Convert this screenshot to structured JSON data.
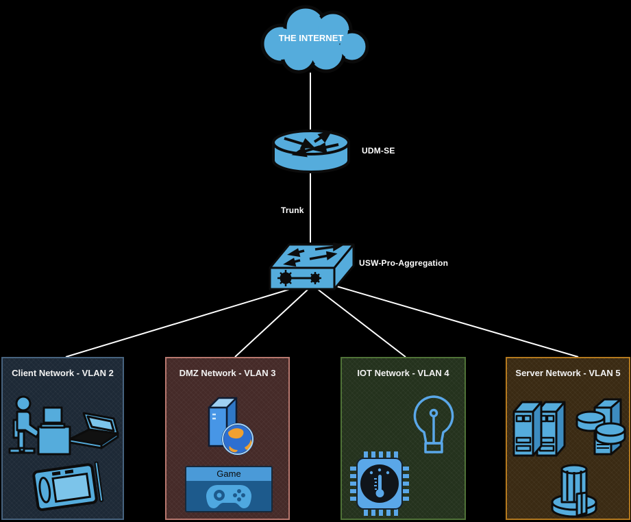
{
  "internet_label": "THE INTERNET",
  "router_label": "UDM-SE",
  "trunk_label": "Trunk",
  "switch_label": "USW-Pro-Aggregation",
  "networks": [
    {
      "title": "Client Network - VLAN 2",
      "icons": [
        "workstation-icon",
        "laptop-icon",
        "tablet-icon"
      ]
    },
    {
      "title": "DMZ Network - VLAN 3",
      "game_label": "Game",
      "icons": [
        "server-globe-icon",
        "gamepad-icon"
      ]
    },
    {
      "title": "IOT Network - VLAN 4",
      "icons": [
        "lightbulb-icon",
        "chip-thermometer-icon"
      ]
    },
    {
      "title": "Server Network - VLAN 5",
      "icons": [
        "server-racks-icon",
        "database-server-icon",
        "mainframe-icon"
      ]
    }
  ],
  "colors": {
    "background": "#000000",
    "accent_blue": "#55ACDC",
    "line": "#ffffff",
    "client_bg": "#1d2936",
    "client_border": "#47637f",
    "dmz_bg": "#452a28",
    "dmz_border": "#b8786f",
    "iot_bg": "#24321d",
    "iot_border": "#507338",
    "server_bg": "#3a2a13",
    "server_border": "#b57a1e",
    "game_header": "#4a9ad8",
    "game_body": "#1d5a8c"
  }
}
